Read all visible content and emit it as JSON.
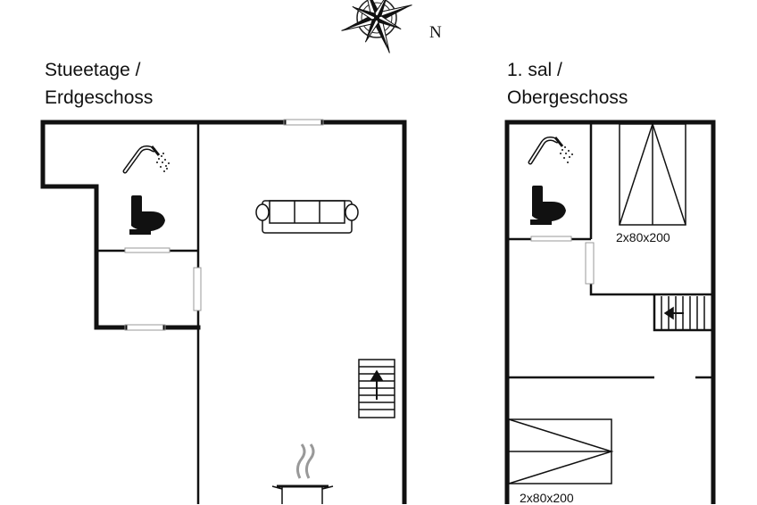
{
  "compass": {
    "north_letter": "N",
    "icon": "compass-rose-icon"
  },
  "ground_floor": {
    "title_line1": "Stueetage /",
    "title_line2": "Erdgeschoss",
    "rooms": [
      "bathroom",
      "hallway",
      "living-room",
      "kitchen"
    ],
    "fixtures": [
      "shower-icon",
      "toilet-icon",
      "sofa-icon",
      "staircase-up-icon",
      "cooking-pot-icon"
    ]
  },
  "upper_floor": {
    "title_line1": "1. sal /",
    "title_line2": "Obergeschoss",
    "bed1_label": "2x80x200",
    "bed2_label": "2x80x200",
    "fixtures": [
      "shower-icon",
      "toilet-icon",
      "staircase-icon",
      "bed-icon"
    ]
  }
}
